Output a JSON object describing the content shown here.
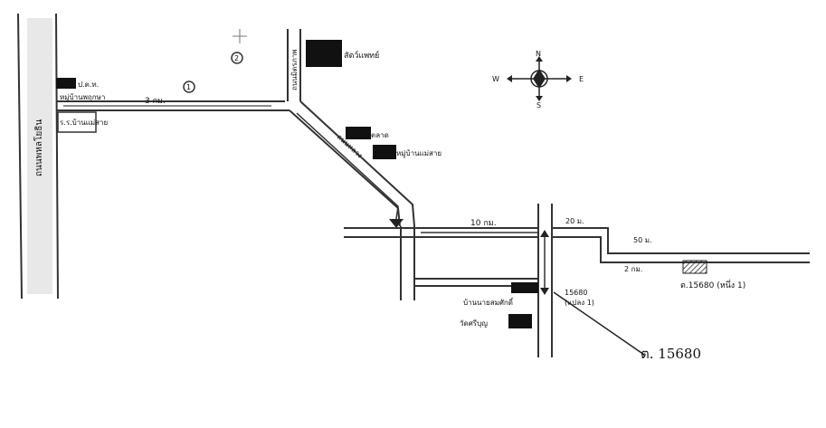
{
  "map": {
    "labels": {
      "top_right_building": "สัตว์แพทย์",
      "left_upper_1": "ป.ต.ท.",
      "left_upper_2": "หมู่บ้านพฤกษา",
      "left_box": "ร.ร.บ้านแม่สาย",
      "mid_1": "ตลาด",
      "mid_2": "หมู่บ้านแม่สาย",
      "ring_1": "1",
      "ring_2": "2",
      "dist_top": "3 กม.",
      "dist_mid": "10 กม.",
      "dist_right_1": "20 ม.",
      "dist_right_2": "50 ม.",
      "dist_right_3": "2 กม.",
      "plot_label": "ต.15680 (หนึ่ง 1)",
      "pole_code": "15680",
      "pole_sub": "(แปลง 1)",
      "below_pole": "บ้านนายสมศักดิ์",
      "temple": "วัดศรีบุญ",
      "callout": "ต. 15680",
      "mid_road_label": "ถนนหลวง"
    },
    "compass": {
      "n": "N",
      "s": "S",
      "e": "E",
      "w": "W"
    },
    "vertical_road_left": "ถนนพหลโยธิน",
    "vertical_road_top": "ถนนมิตรภาพ"
  }
}
